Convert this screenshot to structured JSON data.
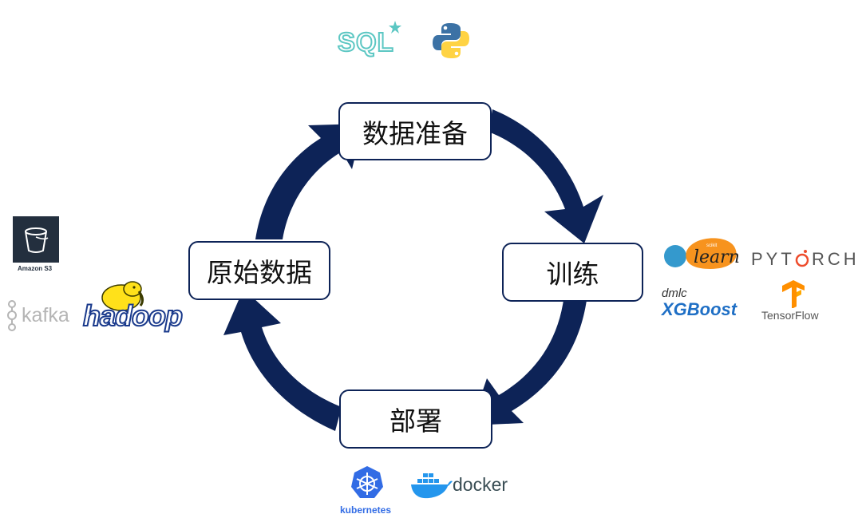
{
  "diagram": {
    "colors": {
      "arrow": "#0d2357",
      "node_border": "#0d2357"
    },
    "nodes": {
      "data_prep": "数据准备",
      "training": "训练",
      "deploy": "部署",
      "raw_data": "原始数据"
    }
  },
  "logos": {
    "sql": "SQL",
    "python": "python-icon",
    "amazon_s3": "Amazon S3",
    "kafka": "kafka",
    "hadoop": "hadoop",
    "sklearn_small": "scikit",
    "sklearn": "learn",
    "pytorch_left": "PYT",
    "pytorch_right": "RCH",
    "xgboost_top": "dmlc",
    "xgboost": "XGBoost",
    "tensorflow": "TensorFlow",
    "kubernetes": "kubernetes",
    "docker": "docker"
  }
}
